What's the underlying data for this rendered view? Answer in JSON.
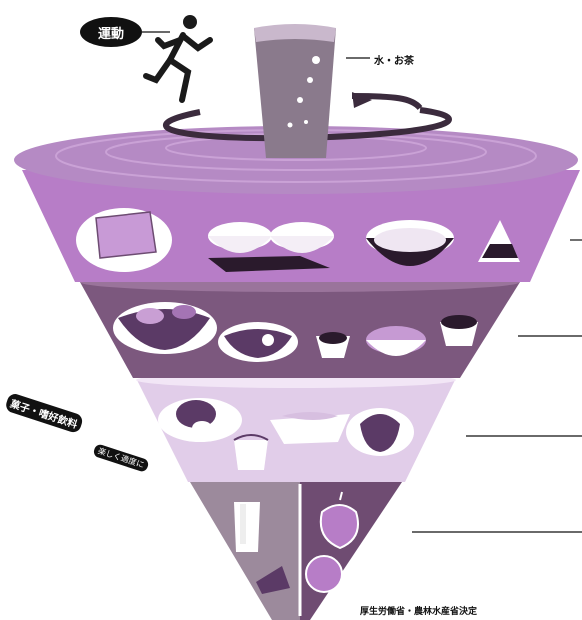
{
  "labels": {
    "exercise": "運動",
    "water_tea": "水・お茶",
    "snacks": "菓子・嗜好飲料",
    "snacks_note": "楽しく適度に",
    "ministry": "厚生労働省・農林水産省決定"
  },
  "colors": {
    "top_rim": "#b58ac4",
    "tier1": "#b77dc7",
    "tier2": "#7c587e",
    "tier3": "#e1cde9",
    "tier4_left": "#9c8a9c",
    "tier4_right": "#6f4c72",
    "dark": "#111111"
  },
  "icons": [
    "runner-icon",
    "water-glass-icon",
    "rotation-arrow-icon",
    "bread-icon",
    "rice-bowls-icon",
    "noodle-bowl-icon",
    "onigiri-icon",
    "vegetable-bowl-icon",
    "salad-bowl-icon",
    "egg-dish-icon",
    "fish-dish-icon",
    "milk-glass-icon",
    "apple-icon",
    "cheese-icon"
  ]
}
